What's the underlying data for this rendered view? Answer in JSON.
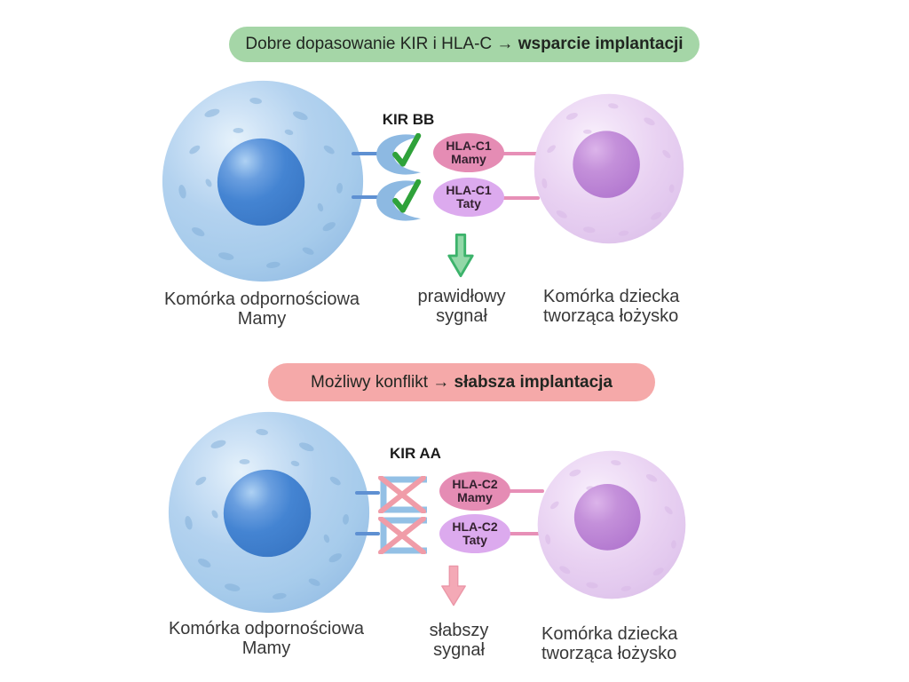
{
  "colors": {
    "banner_good_bg": "#a5d6a7",
    "banner_conflict_bg": "#f5a9a9",
    "mother_cell_body": "#aacdec",
    "mother_cell_nucleus": "#3f7fd0",
    "child_cell_body": "#e9d2f2",
    "child_cell_nucleus": "#bc82d8",
    "receptor_blue": "#8db9e2",
    "check_green": "#2fa23a",
    "cross_red": "#f09ca8",
    "hla_mamy_bg": "#e58cb4",
    "hla_taty_bg": "#dcaaee",
    "arrow_good_fill": "#93d8a8",
    "arrow_good_stroke": "#3cb36b",
    "arrow_weak_fill": "#f4a9b6"
  },
  "top_section": {
    "banner": {
      "text_normal": "Dobre dopasowanie KIR i HLA-C → ",
      "text_bold": "wsparcie implantacji"
    },
    "kir_label": "KIR BB",
    "ligands": [
      {
        "line1": "HLA-C1",
        "line2": "Mamy"
      },
      {
        "line1": "HLA-C1",
        "line2": "Taty"
      }
    ],
    "signal": {
      "line1": "prawidłowy",
      "line2": "sygnał"
    },
    "mother_label": {
      "line1": "Komórka odpornościowa",
      "line2": "Mamy"
    },
    "child_label": {
      "line1": "Komórka dziecka",
      "line2": "tworząca łożysko"
    }
  },
  "bottom_section": {
    "banner": {
      "text_normal": "Możliwy konflikt → ",
      "text_bold": "słabsza implantacja"
    },
    "kir_label": "KIR AA",
    "ligands": [
      {
        "line1": "HLA-C2",
        "line2": "Mamy"
      },
      {
        "line1": "HLA-C2",
        "line2": "Taty"
      }
    ],
    "signal": {
      "line1": "słabszy",
      "line2": "sygnał"
    },
    "mother_label": {
      "line1": "Komórka odpornościowa",
      "line2": "Mamy"
    },
    "child_label": {
      "line1": "Komórka dziecka",
      "line2": "tworząca łożysko"
    }
  }
}
